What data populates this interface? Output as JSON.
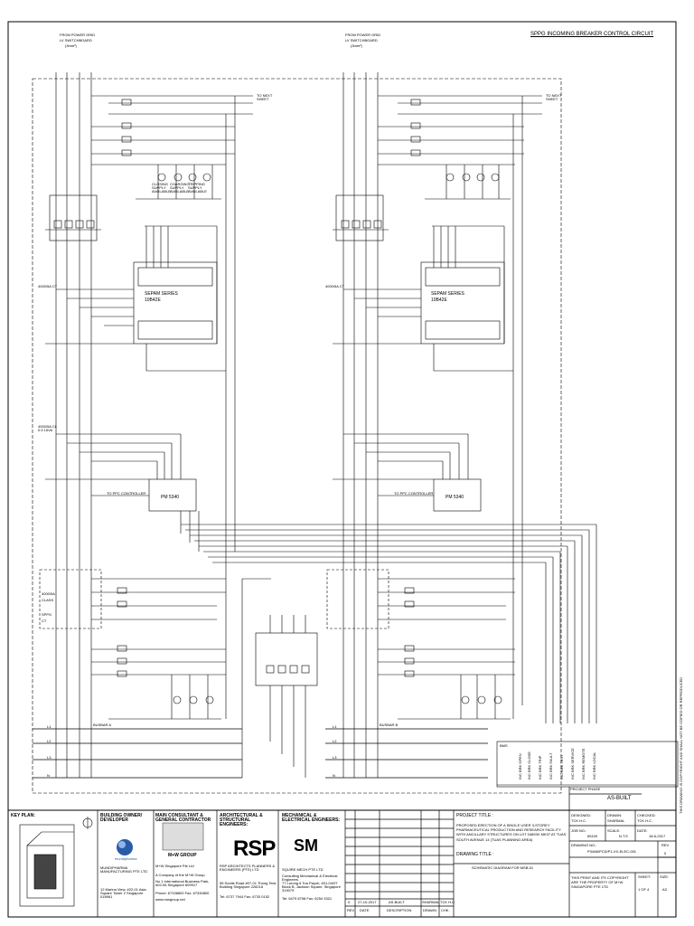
{
  "header": {
    "title": "SPPG INCOMING BREAKER CONTROL CIRCUIT",
    "source_left_l1": "FROM POWER GRID",
    "source_left_l2": "LV SWITCHBOARD",
    "source_left_l3": "(3mm²)",
    "source_right_l1": "FROM POWER GRID",
    "source_right_l2": "LV SWITCHBOARD",
    "source_right_l3": "(3mm²)"
  },
  "circuit_left": {
    "to_next_sheet": "TO NEXT SHEET",
    "relay_name": "SEPAM SERIES",
    "relay_model": "10B42E",
    "meter_name": "PM 5340",
    "meter_to": "TO PPC CONTROLLER",
    "ct_label": "4000/5A CT",
    "ct_label2": "4000/5A CL 0.5 15VA",
    "dashed_box_l1": "4000/5A",
    "dashed_box_l2": "CLASS",
    "dashed_box_l3": "SPPG",
    "dashed_box_l4": "CT",
    "busbar": "BUSBAR A",
    "indicators": [
      "CLOSING SUPPLY AVAILABLE",
      "CHARGING SUPPLY AVAILABLE",
      "TRIPPING SUPPLY AVAILABLE"
    ]
  },
  "circuit_right": {
    "to_next_sheet": "TO NEXT SHEET",
    "relay_name": "SEPAM SERIES",
    "relay_model": "10B42E",
    "meter_name": "PM 5340",
    "meter_to": "TO PPC CONTROLLER",
    "ct_label": "4000/5A CT",
    "busbar": "BUSBAR B"
  },
  "phases": [
    "L1",
    "L2",
    "L3",
    "N"
  ],
  "bms": {
    "label": "BMS",
    "columns": [
      "INC BRK OPEN",
      "INC BRK CLOSE",
      "INC BRK TRIP",
      "INC BRK FAULT",
      "INC BRK TEST",
      "INC BRK SERVICE",
      "INC BRK REMOTE",
      "INC BRK LOCAL"
    ]
  },
  "project_phase": "PROJECT PHASE",
  "as_built": "AS-BUILT",
  "side_text": "THIS DRAWING IS COPYRIGHT AND SHALL NOT BE COPIED OR REPRODUCED",
  "title_block": {
    "key_plan": "KEY PLAN:",
    "owner_heading": "BUILDING OWNER/ DEVELOPER",
    "owner_logo": "mundipharma",
    "owner_name": "MUNDIPHARMA MANUFACTURING PTE LTD",
    "owner_addr": "12 Marina View, #22-01 Asia Square Tower 2 Singapore 018961",
    "contractor_heading": "MAIN CONSULTANT & GENERAL CONTRACTOR",
    "contractor_logo": "M+W GROUP",
    "contractor_name": "M+W Singapore Pte Ltd",
    "contractor_sub": "A Company of the M+W Group",
    "contractor_addr": "No 1 International Business Park, #02-06 Singapore 609917",
    "contractor_phone": "Phone: 67338800  Fax: 67330800",
    "contractor_web": "www.mwgroup.net",
    "architect_heading": "ARCHITECTURAL & STRUCTURAL ENGINEERS:",
    "architect_logo": "RSP",
    "architect_name": "RSP ARCHITECTS PLANNERS & ENGINEERS (PTE) LTD",
    "architect_addr": "55 Scotts Road #07-01 Thong Teck Building Singapore 228216",
    "architect_tel": "Tel: 6737 7944  Fax: 6733 0152",
    "mep_heading": "MECHANICAL & ELECTRICAL ENGINEERS:",
    "mep_logo": "SM",
    "mep_name": "SQUIRE MECH PTE LTD",
    "mep_sub": "Consulting Mechanical & Electrical Engineers",
    "mep_addr": "77 Lorong 6 Toa Payoh, #01-04/07 Block B, Jackson Square, Singapore 319079",
    "mep_tel": "Tel: 6479 8798  Fax: 6254 3321",
    "revisions": [
      {
        "rev": "0",
        "date": "27-10-2017",
        "desc": "AS-BUILT",
        "drawn": "SHARMAL",
        "chk": "TCK H.C."
      }
    ],
    "rev_headers": [
      "REV",
      "DATE",
      "DESCRIPTION",
      "DRAWN",
      "CHK."
    ],
    "project_title_label": "PROJECT TITLE :",
    "project_title": "PROPOSED ERECTION OF A SINGLE USER 3-STOREY PHARMACEUTICAL PRODUCTION AND RESEARCH FACILITY WITH ANCILLARY STRUCTURES ON LOT 04893X MK07 AT TUAS SOUTH AVENUE 14 (TUAS PLANNING AREA)",
    "drawing_title_label": "DRAWING TITLE :",
    "drawing_title": "SCHEMATIC DIAGRAM FOR MSB-01",
    "designed_label": "DESIGNED:",
    "designed": "TCK H.C.",
    "drawn_label": "DRAWN:",
    "drawn": "SHARMAL",
    "checked_label": "CHECKED:",
    "checked": "TCK H.C.",
    "job_label": "JOB NO.:",
    "job": "65100",
    "scale_label": "SCALE:",
    "scale": "N.T.S",
    "date_label": "DATE:",
    "date": "18-6-2017",
    "drawing_no_label": "DRAWING NO.:",
    "drawing_no": "P3/AM/PCD/P1-XX-ELEC-001",
    "rev_label": "REV",
    "rev": "0",
    "copyright": "THIS PRINT AND ITS COPYRIGHT ARE THE PROPERTY OF M+W SINGAPORE PTE LTD",
    "sheet_label": "SHEET:",
    "sheet": "1 OF 4",
    "size_label": "SIZE:",
    "size": "A3"
  }
}
